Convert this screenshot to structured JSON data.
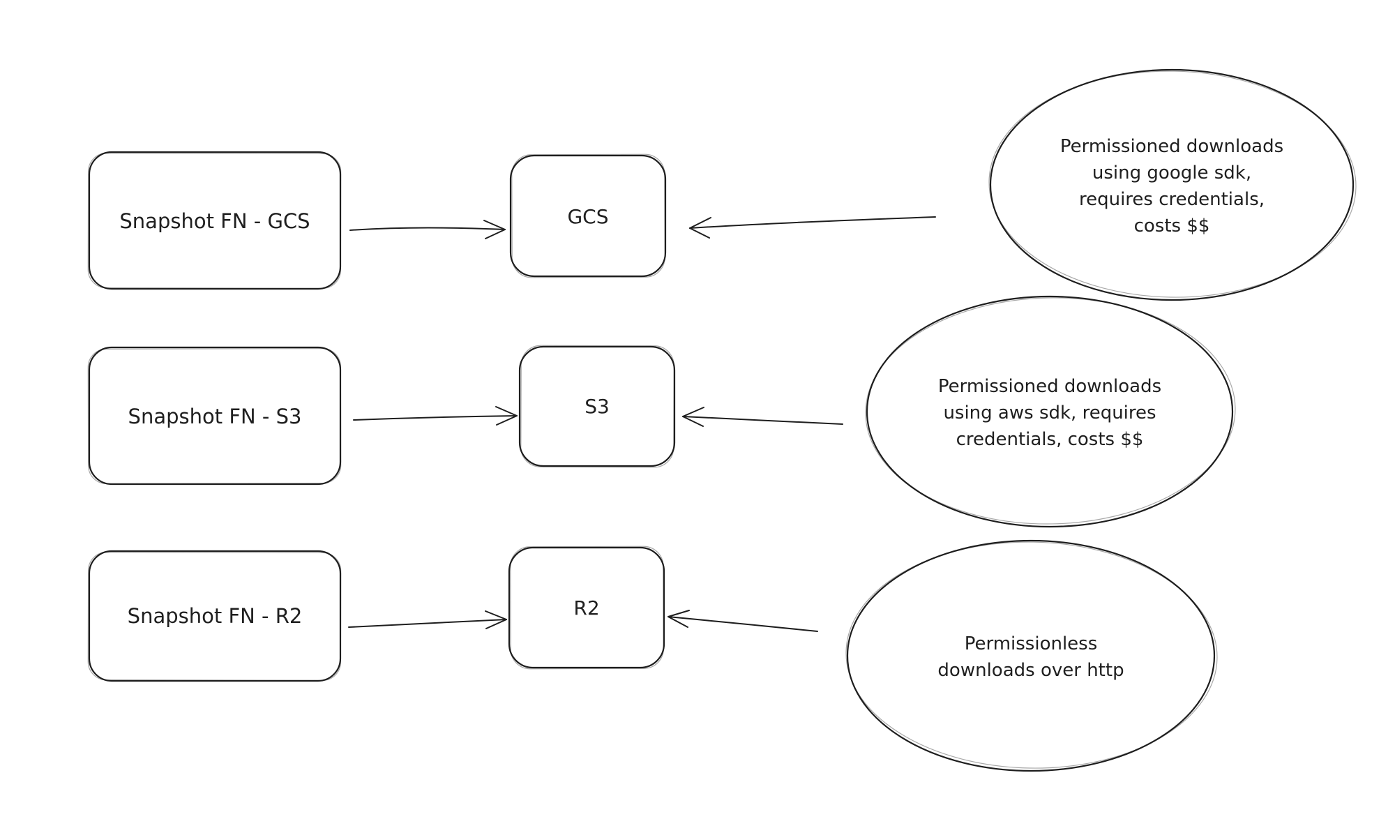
{
  "diagram": {
    "style": "hand-drawn-sketch",
    "stroke_color": "#1e1e1e",
    "background_color": "#ffffff",
    "rows": [
      {
        "source": {
          "label": "Snapshot FN - GCS"
        },
        "target": {
          "label": "GCS"
        },
        "note": {
          "lines": [
            "Permissioned downloads",
            "using google sdk,",
            "requires credentials,",
            "costs $$"
          ]
        }
      },
      {
        "source": {
          "label": "Snapshot FN - S3"
        },
        "target": {
          "label": "S3"
        },
        "note": {
          "lines": [
            "Permissioned downloads",
            "using aws sdk, requires",
            "credentials, costs $$"
          ]
        }
      },
      {
        "source": {
          "label": "Snapshot FN - R2"
        },
        "target": {
          "label": "R2"
        },
        "note": {
          "lines": [
            "Permissionless",
            "downloads over http"
          ]
        }
      }
    ]
  }
}
